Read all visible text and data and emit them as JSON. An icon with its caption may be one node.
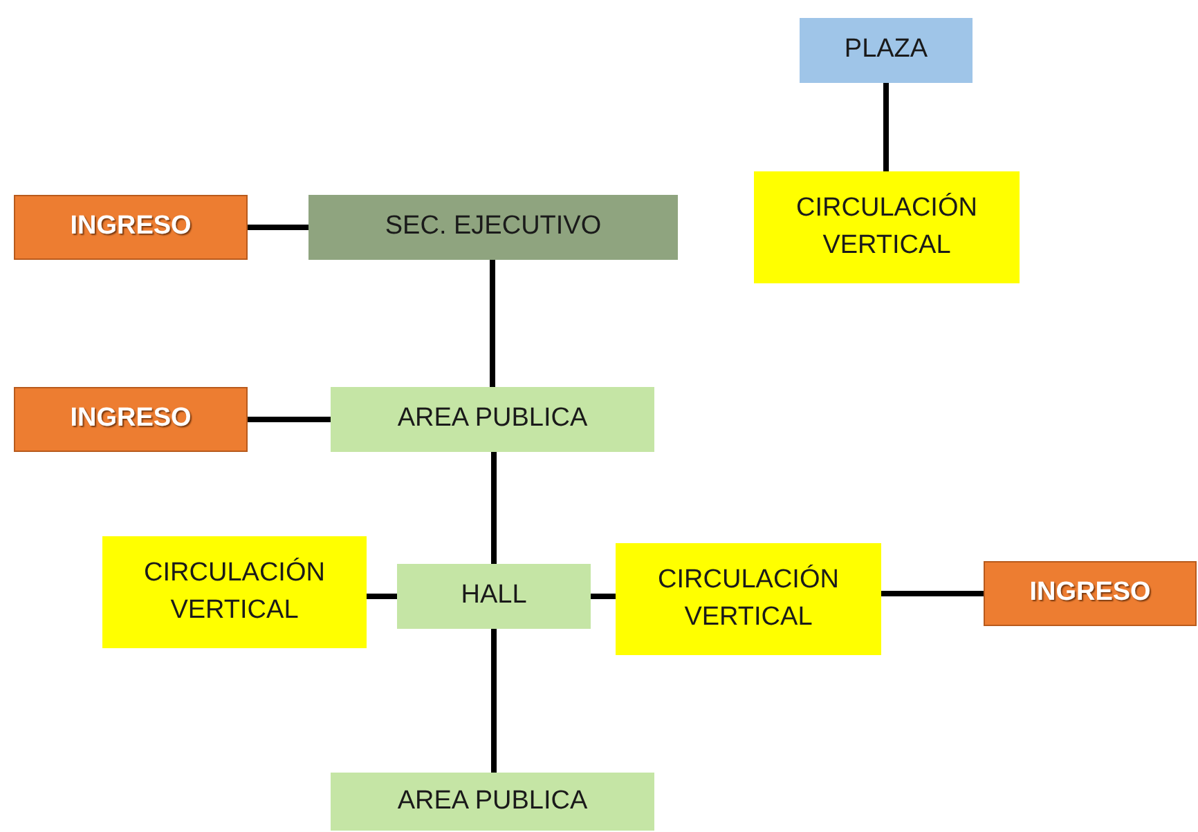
{
  "diagram": {
    "nodes": [
      {
        "text": [
          "PLAZA"
        ]
      },
      {
        "text": [
          "CIRCULACIÓN VERTICAL"
        ]
      },
      {
        "text": [
          "INGRESO"
        ]
      },
      {
        "text": [
          "SEC. EJECUTIVO"
        ]
      },
      {
        "text": [
          "INGRESO"
        ]
      },
      {
        "text": [
          "AREA PUBLICA"
        ]
      },
      {
        "text": [
          "CIRCULACIÓN VERTICAL"
        ]
      },
      {
        "text": [
          "HALL"
        ]
      },
      {
        "text": [
          "CIRCULACIÓN VERTICAL"
        ]
      },
      {
        "text": [
          "INGRESO"
        ]
      },
      {
        "text": [
          "AREA PUBLICA"
        ]
      }
    ],
    "edges": [
      {
        "from": 0,
        "to": 1,
        "arrow": "none"
      },
      {
        "from": 2,
        "to": 3,
        "arrow": "none"
      },
      {
        "from": 3,
        "to": 5,
        "arrow": "none"
      },
      {
        "from": 4,
        "to": 5,
        "arrow": "none"
      },
      {
        "from": 5,
        "to": 7,
        "arrow": "none"
      },
      {
        "from": 6,
        "to": 7,
        "arrow": "none"
      },
      {
        "from": 7,
        "to": 8,
        "arrow": "none"
      },
      {
        "from": 8,
        "to": 9,
        "arrow": "none"
      },
      {
        "from": 7,
        "to": 10,
        "arrow": "none"
      }
    ]
  }
}
